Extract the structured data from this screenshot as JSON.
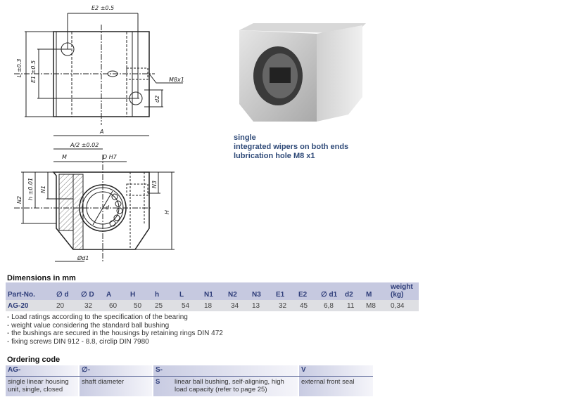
{
  "drawing": {
    "top_view": {
      "e2": "E2 ±0.5",
      "l": "L ±0.3",
      "e1": "E1 ±0.5",
      "m8": "M8x1",
      "d2": "d2"
    },
    "front_view": {
      "a": "A",
      "a2": "A/2 ±0.02",
      "m": "M",
      "d": "D H7",
      "n2": "N2",
      "h": "h ±0.01",
      "n1": "N1",
      "n3": "N3",
      "hh": "H",
      "dd": "d",
      "d1": "Ød1"
    }
  },
  "photo_caption": [
    "single",
    "integrated wipers on both ends",
    "lubrication hole M8 x1"
  ],
  "dimensions": {
    "title": "Dimensions in mm",
    "headers": [
      "Part-No.",
      "∅ d",
      "∅ D",
      "A",
      "H",
      "h",
      "L",
      "N1",
      "N2",
      "N3",
      "E1",
      "E2",
      "∅ d1",
      "d2",
      "M",
      "weight",
      "(kg)"
    ],
    "row": [
      "AG-20",
      "20",
      "32",
      "60",
      "50",
      "25",
      "54",
      "18",
      "34",
      "13",
      "32",
      "45",
      "6,8",
      "11",
      "M8",
      "0,34"
    ]
  },
  "notes": [
    "- Load ratings according to the specification of the bearing",
    "- weight value considering the standard ball bushing",
    "- the bushings are secured in the housings by retaining rings DIN 472",
    "- fixing screws DIN 912 - 8.8, circlip DIN 7980"
  ],
  "ordering": {
    "title": "Ordering code",
    "headers": [
      "AG-",
      "∅-",
      "S-",
      "V"
    ],
    "desc": [
      "single linear housing unit, single, closed",
      "shaft diameter",
      "S",
      "linear ball bushing, self-aligning, high load capacity (refer to page 25)",
      "external front seal"
    ]
  },
  "colors": {
    "header_bg": "#c6c9e0",
    "accent_text": "#2d3c78",
    "caption": "#2f4a78"
  }
}
